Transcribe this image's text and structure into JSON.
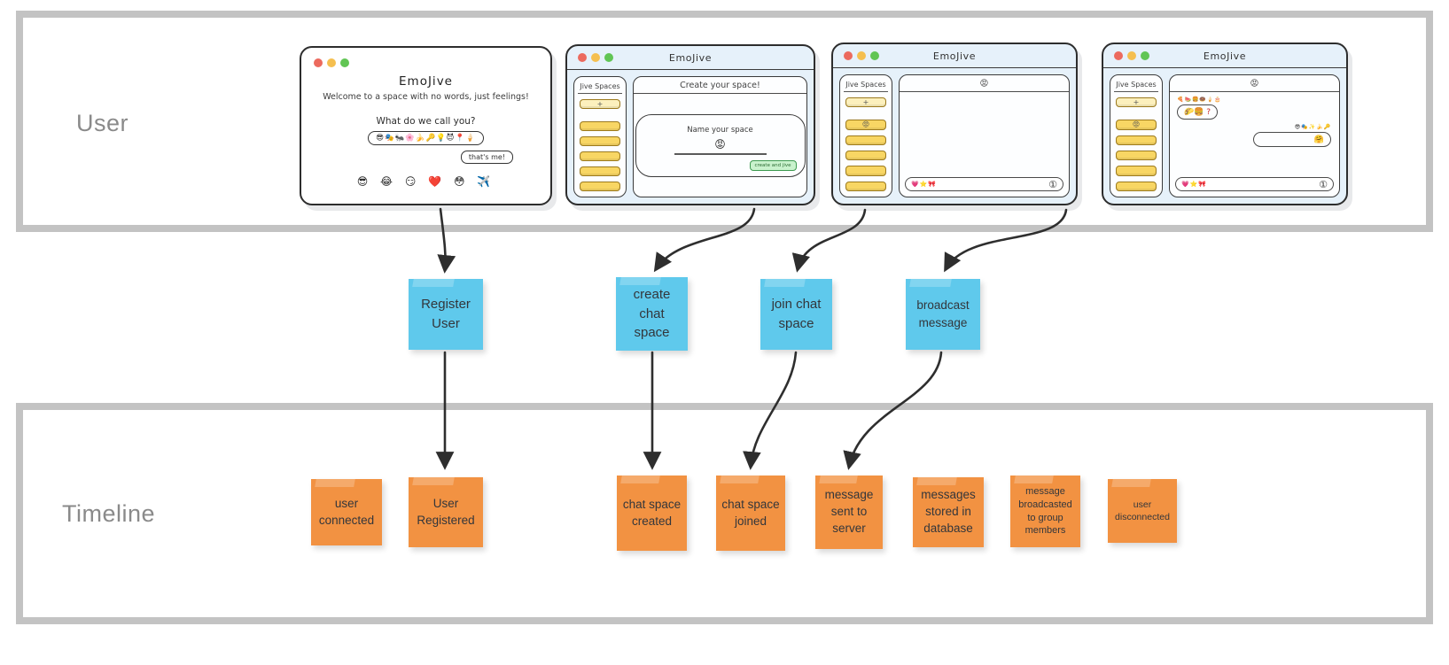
{
  "lanes": {
    "user_label": "User",
    "timeline_label": "Timeline"
  },
  "windows": {
    "register": {
      "title": "EmoJive",
      "subtitle": "Welcome to a space with no words, just feelings!",
      "prompt": "What do we call you?",
      "name_emojis": "😎🎭🐜🌸🍌🔑💡😈📍🍦",
      "submit": "that's me!",
      "emoji_row": "😎 😂 😏 ❤️ 😳 ✈️"
    },
    "create_space": {
      "title": "EmoJive",
      "sidebar_title": "Jive Spaces",
      "add_button": "+",
      "header": "Create your space!",
      "card_prompt": "Name your space",
      "card_emoji": "😡",
      "create_button": "create and jive"
    },
    "join_space": {
      "title": "EmoJive",
      "sidebar_title": "Jive Spaces",
      "add_button": "+",
      "space_emoji": "😡",
      "header_emoji": "😡",
      "composer_emojis": "💗⭐🎀",
      "send_icon": "①"
    },
    "chat": {
      "title": "EmoJive",
      "sidebar_title": "Jive Spaces",
      "add_button": "+",
      "space_emoji": "😡",
      "header_emoji": "😡",
      "messages": [
        {
          "sender": "🍕🍉🍔🍩🍦🎂",
          "text": "🌮🍔 ?"
        },
        {
          "sender": "😎🎭✨🍌🔑",
          "text": "🤗"
        }
      ],
      "composer_emojis": "💗⭐🎀",
      "send_icon": "①"
    }
  },
  "action_notes": [
    {
      "label": "Register User"
    },
    {
      "label": "create chat space"
    },
    {
      "label": "join chat space"
    },
    {
      "label": "broadcast message"
    }
  ],
  "timeline_notes": [
    {
      "label": "user connected"
    },
    {
      "label": "User Registered"
    },
    {
      "label": "chat space created"
    },
    {
      "label": "chat space joined"
    },
    {
      "label": "message sent to server"
    },
    {
      "label": "messages stored in database"
    },
    {
      "label": "message broadcasted to group members"
    },
    {
      "label": "user disconnected"
    }
  ],
  "colors": {
    "action_note": "#5fc9ec",
    "timeline_note": "#f29242",
    "window_bg": "#e6f1fa",
    "space_button": "#f8d664",
    "arrow": "#2e2e2e",
    "lane_border": "#c3c3c3",
    "traffic_red": "#ec6a5e",
    "traffic_yellow": "#f5bf4f",
    "traffic_green": "#61c554"
  }
}
